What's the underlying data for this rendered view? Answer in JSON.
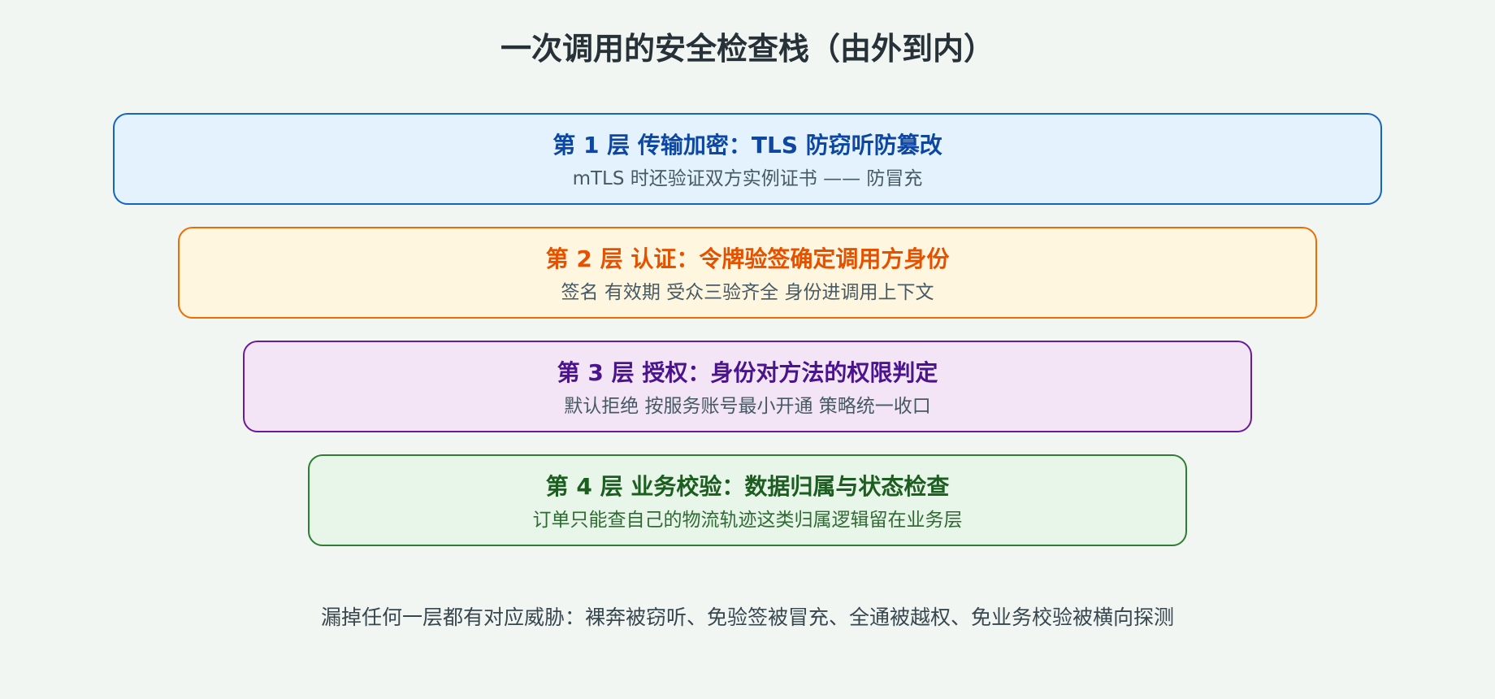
{
  "title": "一次调用的安全检查栈（由外到内）",
  "layers": [
    {
      "heading": "第 1 层 传输加密：TLS 防窃听防篡改",
      "desc": "mTLS 时还验证双方实例证书 —— 防冒充",
      "border_color": "#1565c0",
      "fill_color": "#e3f2fd",
      "heading_color": "#0d47a1",
      "desc_color": "#455a64"
    },
    {
      "heading": "第 2 层 认证：令牌验签确定调用方身份",
      "desc": "签名 有效期 受众三验齐全 身份进调用上下文",
      "border_color": "#ef6c00",
      "fill_color": "#fff6e0",
      "heading_color": "#e65100",
      "desc_color": "#455a64"
    },
    {
      "heading": "第 3 层 授权：身份对方法的权限判定",
      "desc": "默认拒绝 按服务账号最小开通 策略统一收口",
      "border_color": "#6a1b9a",
      "fill_color": "#f3e5f5",
      "heading_color": "#4a148c",
      "desc_color": "#455a64"
    },
    {
      "heading": "第 4 层 业务校验：数据归属与状态检查",
      "desc": "订单只能查自己的物流轨迹这类归属逻辑留在业务层",
      "border_color": "#2e7d32",
      "fill_color": "#e8f5e9",
      "heading_color": "#1b5e20",
      "desc_color": "#2e6b32"
    }
  ],
  "footer": "漏掉任何一层都有对应威胁：裸奔被窃听、免验签被冒充、全通被越权、免业务校验被横向探测"
}
